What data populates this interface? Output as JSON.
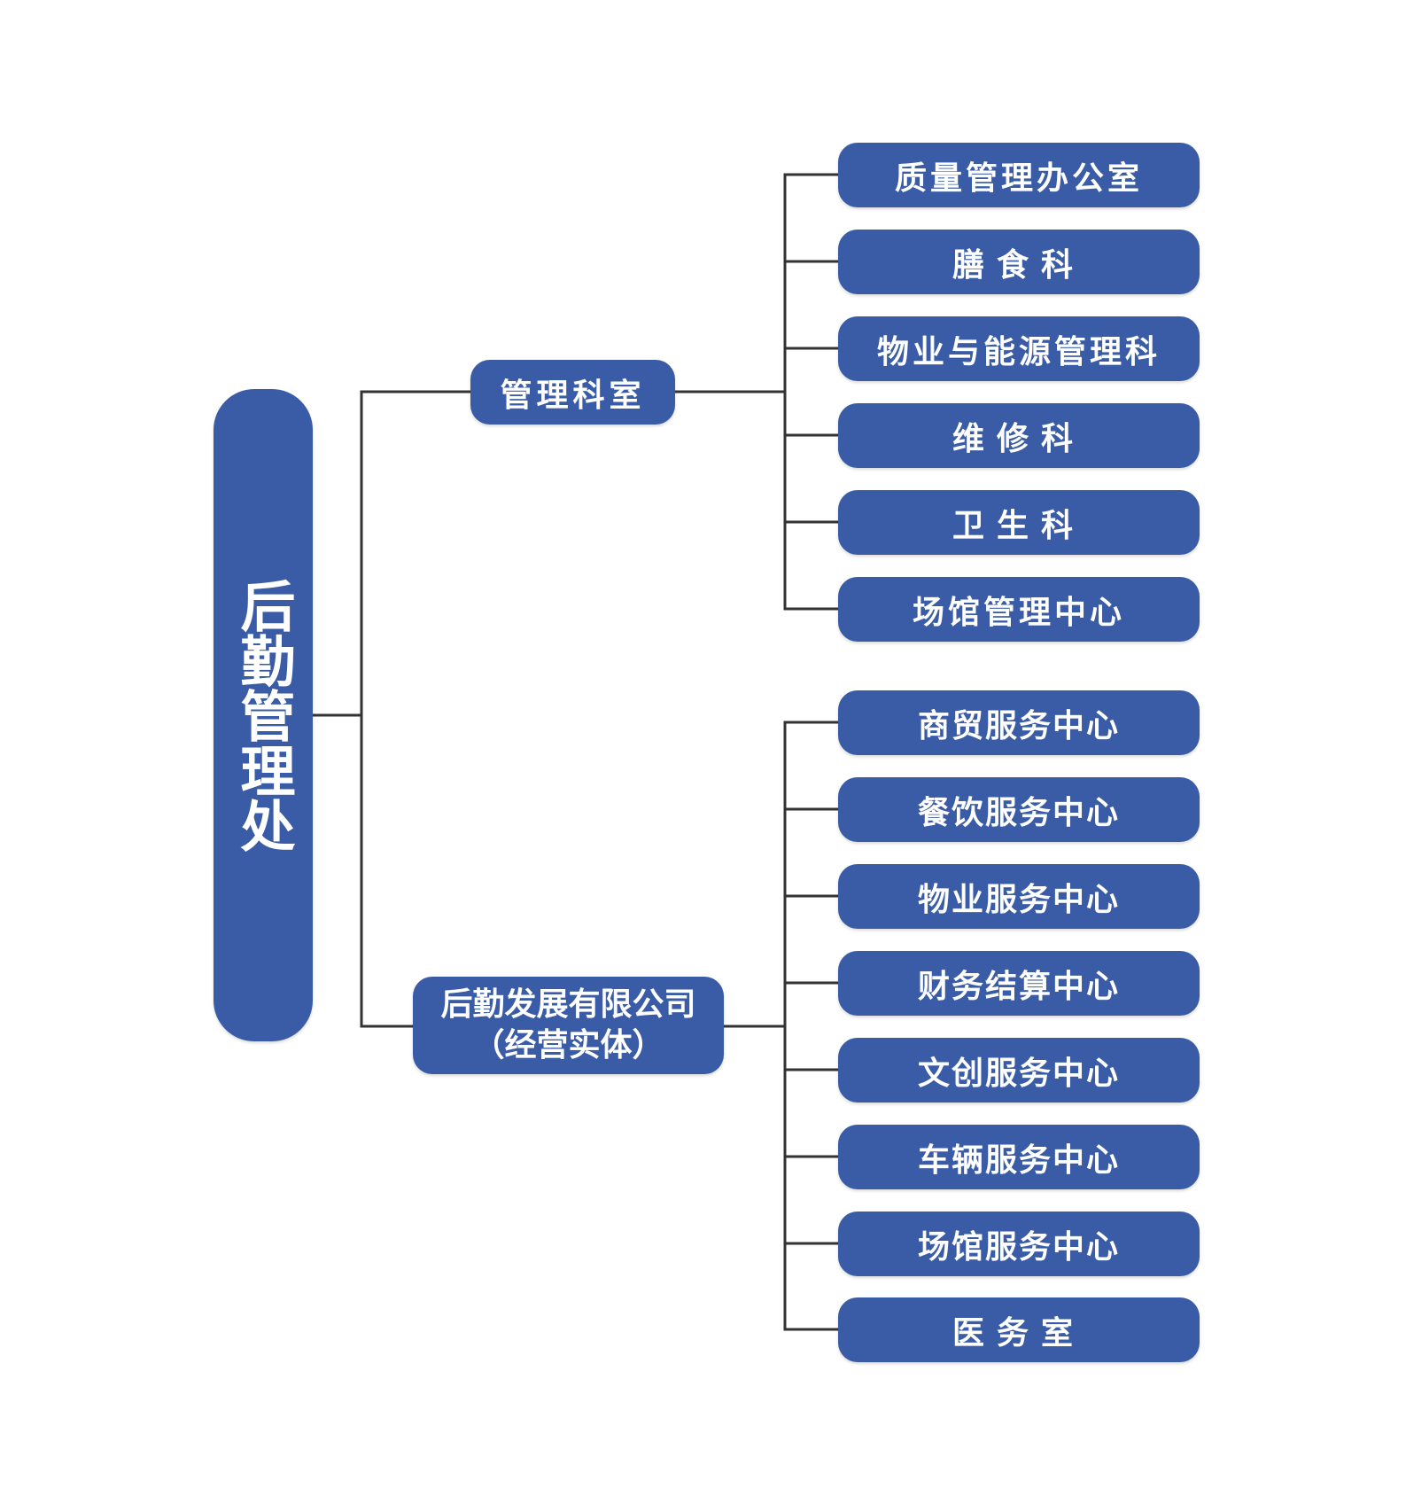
{
  "colors": {
    "box": "#3a5ca6",
    "text": "#ffffff",
    "line": "#333333",
    "background": "#ffffff"
  },
  "root": {
    "label": "后勤管理处"
  },
  "branches": [
    {
      "label": "管理科室",
      "children": [
        "质量管理办公室",
        "膳食科",
        "物业与能源管理科",
        "维修科",
        "卫生科",
        "场馆管理中心"
      ]
    },
    {
      "label_line1": "后勤发展有限公司",
      "label_line2": "（经营实体）",
      "children": [
        "商贸服务中心",
        "餐饮服务中心",
        "物业服务中心",
        "财务结算中心",
        "文创服务中心",
        "车辆服务中心",
        "场馆服务中心",
        "医务室"
      ]
    }
  ]
}
